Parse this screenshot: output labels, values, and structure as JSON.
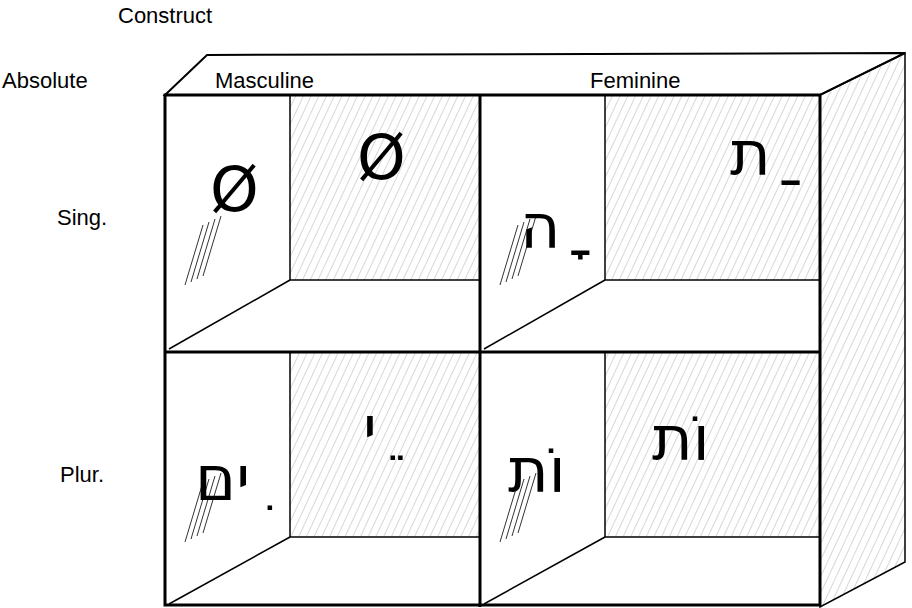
{
  "diagram": {
    "nodes": [
      {
        "text": [
          "Ø",
          "Ø"
        ]
      },
      {
        "text": [
          "ָה",
          "ַת"
        ]
      },
      {
        "text": [
          "ִים",
          "ֵי"
        ]
      },
      {
        "text": [
          "וֹת",
          "וֹת"
        ]
      }
    ],
    "labels": [
      "Construct",
      "Absolute",
      "Masculine",
      "Feminine",
      "Sing.",
      "Plur."
    ]
  }
}
